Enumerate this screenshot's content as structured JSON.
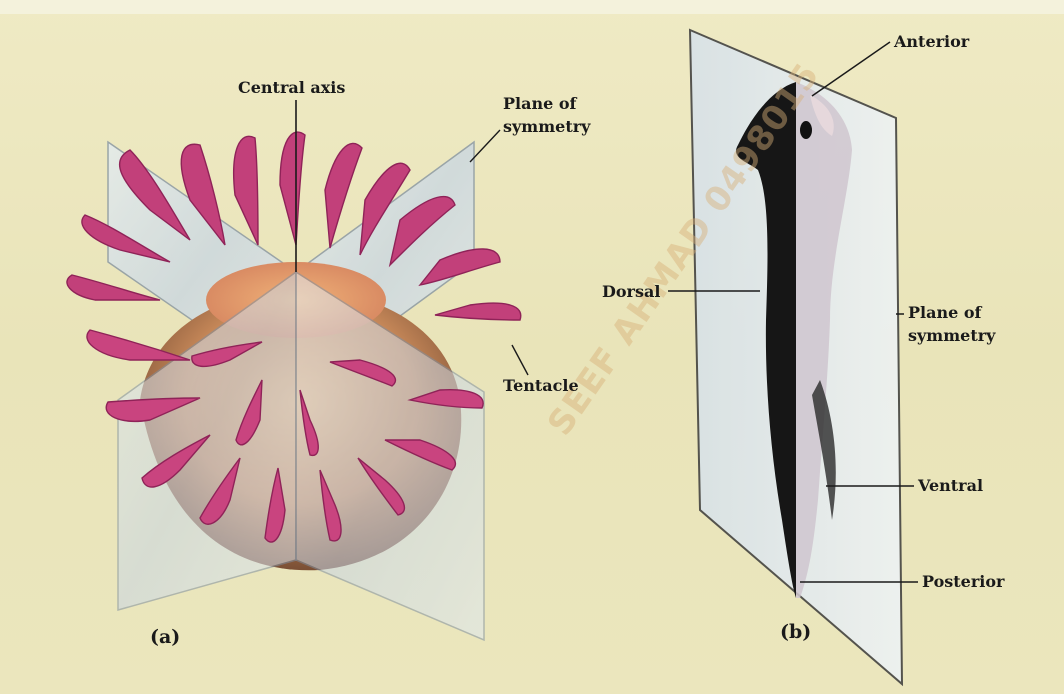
{
  "figure_a": {
    "panel_label": "(a)",
    "labels": {
      "central_axis": "Central axis",
      "plane_of_symmetry": [
        "Plane of",
        "symmetry"
      ],
      "tentacle": "Tentacle"
    }
  },
  "figure_b": {
    "panel_label": "(b)",
    "labels": {
      "anterior": "Anterior",
      "dorsal": "Dorsal",
      "plane_of_symmetry": [
        "Plane of",
        "symmetry"
      ],
      "ventral": "Ventral",
      "posterior": "Posterior"
    }
  },
  "colors": {
    "background": "#ece7bf",
    "tentacle": "#b8336a",
    "plane": "#c9d6e3",
    "worm": "#161616"
  },
  "icons": [
    "sea-anemone-illustration",
    "planarian-worm-illustration",
    "glass-plane"
  ]
}
